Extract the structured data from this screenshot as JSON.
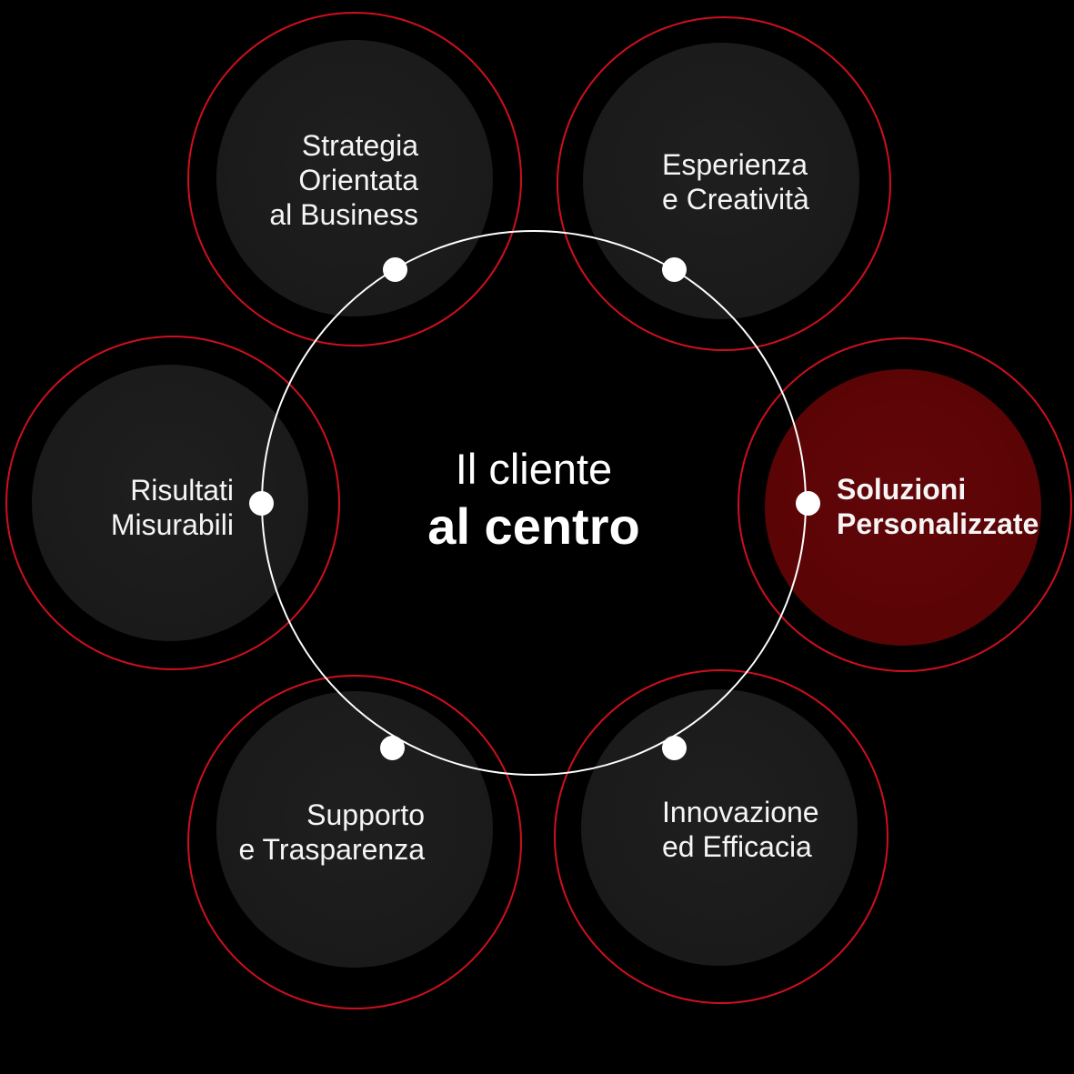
{
  "title": {
    "line1": "Il cliente",
    "line2": "al centro"
  },
  "satellites": [
    {
      "id": "strategia",
      "lines": [
        "Strategia",
        "Orientata",
        "al Business"
      ],
      "highlighted": false
    },
    {
      "id": "esperienza",
      "lines": [
        "Esperienza",
        "e Creatività"
      ],
      "highlighted": false
    },
    {
      "id": "risultati",
      "lines": [
        "Risultati",
        "Misurabili"
      ],
      "highlighted": false
    },
    {
      "id": "soluzioni",
      "lines": [
        "Soluzioni",
        "Personalizzate"
      ],
      "highlighted": true
    },
    {
      "id": "supporto",
      "lines": [
        "Supporto",
        "e Trasparenza"
      ],
      "highlighted": false
    },
    {
      "id": "innovazione",
      "lines": [
        "Innovazione",
        "ed Efficacia"
      ],
      "highlighted": false
    }
  ],
  "colors": {
    "background": "#000000",
    "satellite_fill": "#1a1a1a",
    "highlight_fill": "#5a0305",
    "ring_red": "#cf0f1d",
    "hub_ring_white": "#ffffff",
    "text": "#f5f5f5"
  }
}
